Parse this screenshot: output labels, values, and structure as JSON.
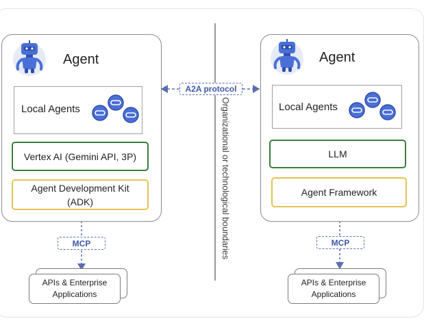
{
  "a2a_label": "A2A protocol",
  "boundary_label": "Organizational or technological boundaries",
  "left_agent": {
    "title": "Agent",
    "local_agents": "Local Agents",
    "model_box": "Vertex AI (Gemini API, 3P)",
    "framework_box_line1": "Agent Development Kit",
    "framework_box_line2": "(ADK)",
    "mcp": "MCP",
    "apis_line1": "APIs & Enterprise",
    "apis_line2": "Applications"
  },
  "right_agent": {
    "title": "Agent",
    "local_agents": "Local Agents",
    "model_box": "LLM",
    "framework_box": "Agent Framework",
    "mcp": "MCP",
    "apis_line1": "APIs & Enterprise",
    "apis_line2": "Applications"
  },
  "colors": {
    "robot_blue": "#4a6fd6",
    "robot_dark": "#2f4ea8",
    "green_border": "#3a7d3a",
    "yellow_border": "#e3c34f",
    "dashed_blue": "#5a6fb0"
  }
}
